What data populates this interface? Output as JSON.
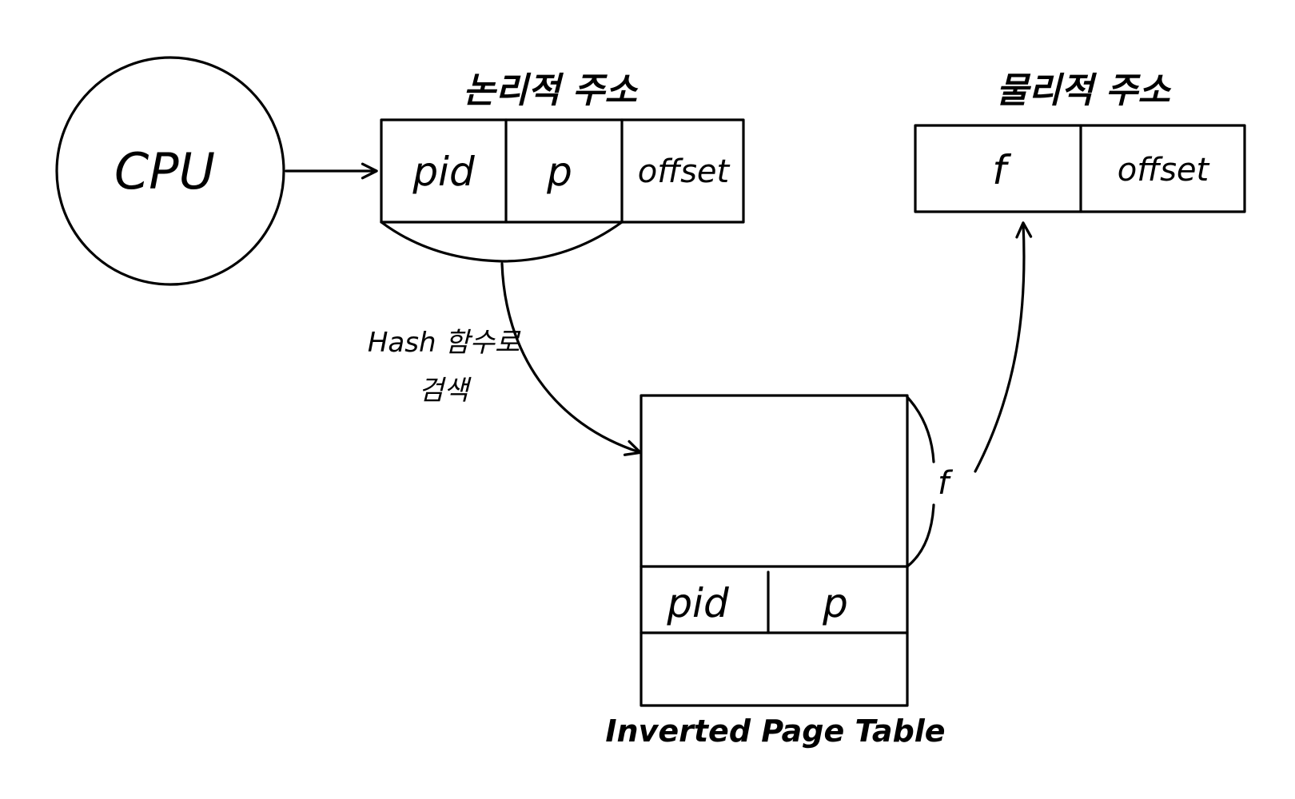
{
  "cpu": {
    "label": "CPU"
  },
  "logical_address": {
    "title": "논리적 주소",
    "fields": [
      "pid",
      "p",
      "offset"
    ]
  },
  "physical_address": {
    "title": "물리적 주소",
    "fields": [
      "f",
      "offset"
    ]
  },
  "hash_note": {
    "line1": "Hash 함수로",
    "line2": "검색"
  },
  "page_table": {
    "caption": "Inverted Page Table",
    "entry_fields": [
      "pid",
      "p"
    ],
    "frame_label": "f"
  },
  "colors": {
    "ink": "#000000",
    "background": "#ffffff"
  }
}
